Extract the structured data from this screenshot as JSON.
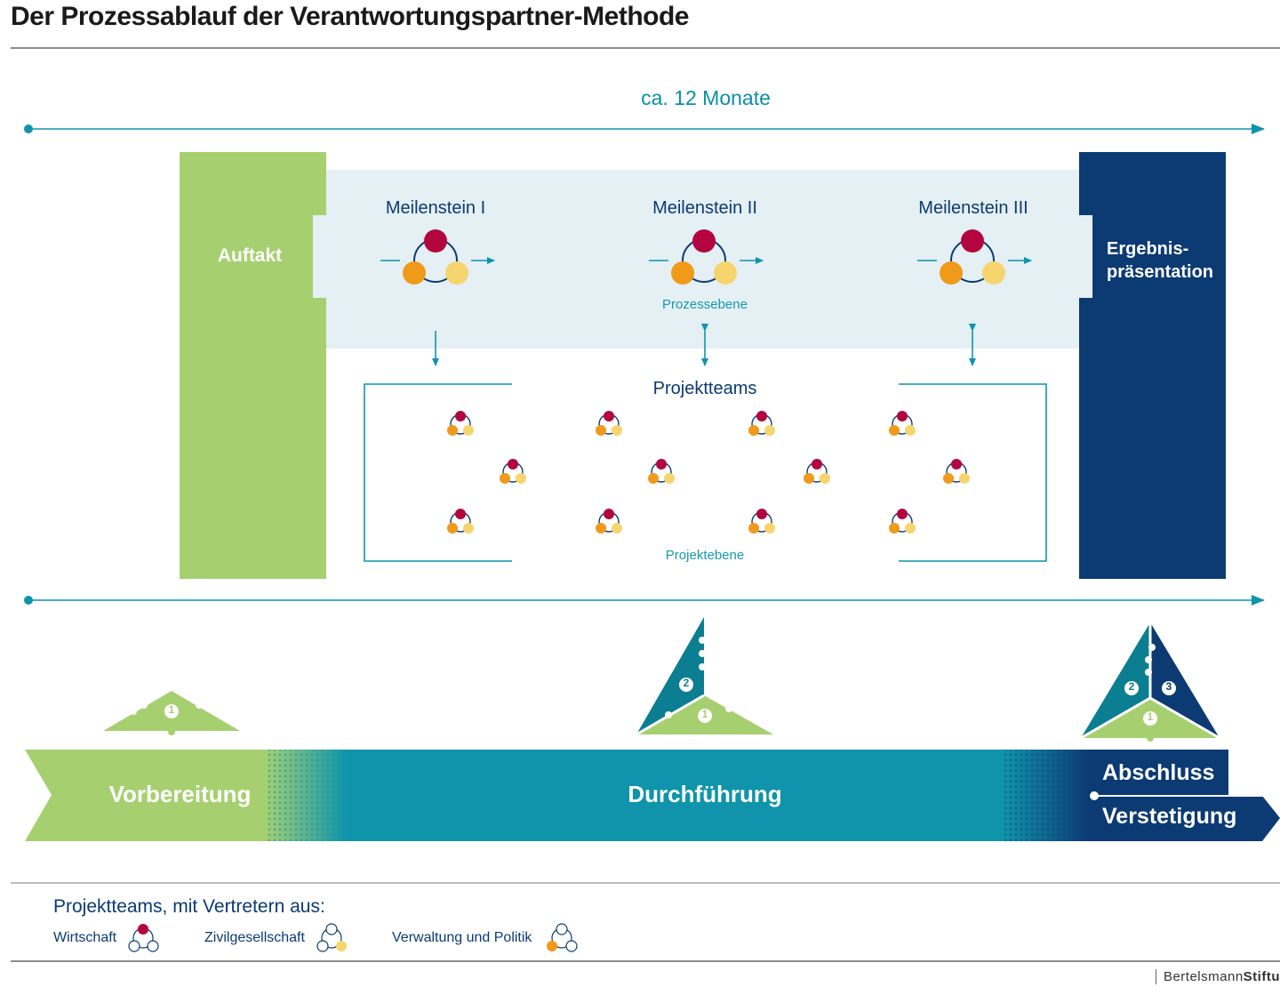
{
  "title": "Der Prozessablauf der Verantwortungspartner-Methode",
  "timeline": {
    "label": "ca. 12 Monate"
  },
  "kickoff": "Auftakt",
  "result": {
    "line1": "Ergebnis-",
    "line2": "präsentation"
  },
  "milestones": [
    "Meilenstein I",
    "Meilenstein II",
    "Meilenstein III"
  ],
  "process_level": "Prozessebene",
  "project_teams": "Projektteams",
  "project_level": "Projektebene",
  "phases": {
    "preparation": "Vorbereitung",
    "implementation": "Durchführung",
    "completion": "Abschluss",
    "continuation": "Verstetigung"
  },
  "puzzle_numbers": [
    "1",
    "2",
    "3"
  ],
  "legend": {
    "title": "Projektteams, mit Vertretern aus:",
    "items": [
      "Wirtschaft",
      "Zivilgesellschaft",
      "Verwaltung und Politik"
    ]
  },
  "source": {
    "prefix": "Bertelsmann",
    "bold": "Stiftu"
  },
  "colors": {
    "green": "#a6d070",
    "teal": "#0f94ab",
    "dark_teal": "#0c7e92",
    "navy": "#0c3a73",
    "light_blue": "#e4f0f4",
    "crimson": "#b3063f",
    "orange": "#f09a1a",
    "yellow": "#f7d56e"
  }
}
